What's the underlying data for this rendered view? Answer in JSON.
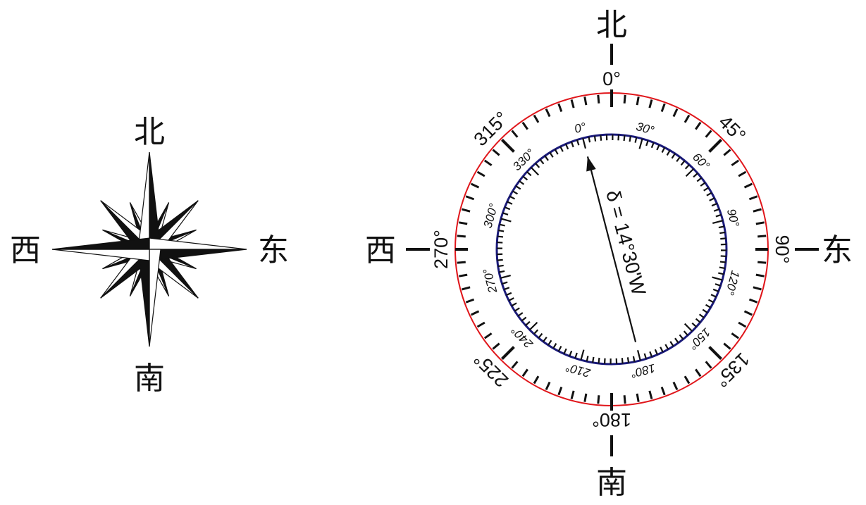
{
  "rose": {
    "north": "北",
    "east": "东",
    "south": "南",
    "west": "西"
  },
  "compass": {
    "cardinals": {
      "north": "北",
      "east": "东",
      "south": "南",
      "west": "西"
    },
    "outer_labels": [
      {
        "angle": 0,
        "text": "0°"
      },
      {
        "angle": 45,
        "text": "45°"
      },
      {
        "angle": 90,
        "text": "90°"
      },
      {
        "angle": 135,
        "text": "135°"
      },
      {
        "angle": 180,
        "text": "180°"
      },
      {
        "angle": 225,
        "text": "225°"
      },
      {
        "angle": 270,
        "text": "270°"
      },
      {
        "angle": 315,
        "text": "315°"
      }
    ],
    "inner_labels": [
      {
        "angle": 0,
        "text": "0°"
      },
      {
        "angle": 30,
        "text": "30°"
      },
      {
        "angle": 60,
        "text": "60°"
      },
      {
        "angle": 90,
        "text": "90°"
      },
      {
        "angle": 120,
        "text": "120°"
      },
      {
        "angle": 150,
        "text": "150°"
      },
      {
        "angle": 180,
        "text": "180°"
      },
      {
        "angle": 210,
        "text": "210°"
      },
      {
        "angle": 240,
        "text": "240°"
      },
      {
        "angle": 270,
        "text": "270°"
      },
      {
        "angle": 300,
        "text": "300°"
      },
      {
        "angle": 330,
        "text": "330°"
      }
    ],
    "declination_deg": -14.5,
    "declination_label": "δ = 14°30'W",
    "colors": {
      "outer_ring": "#e0161b",
      "inner_ring": "#1a1a7a",
      "ink": "#111111"
    }
  }
}
